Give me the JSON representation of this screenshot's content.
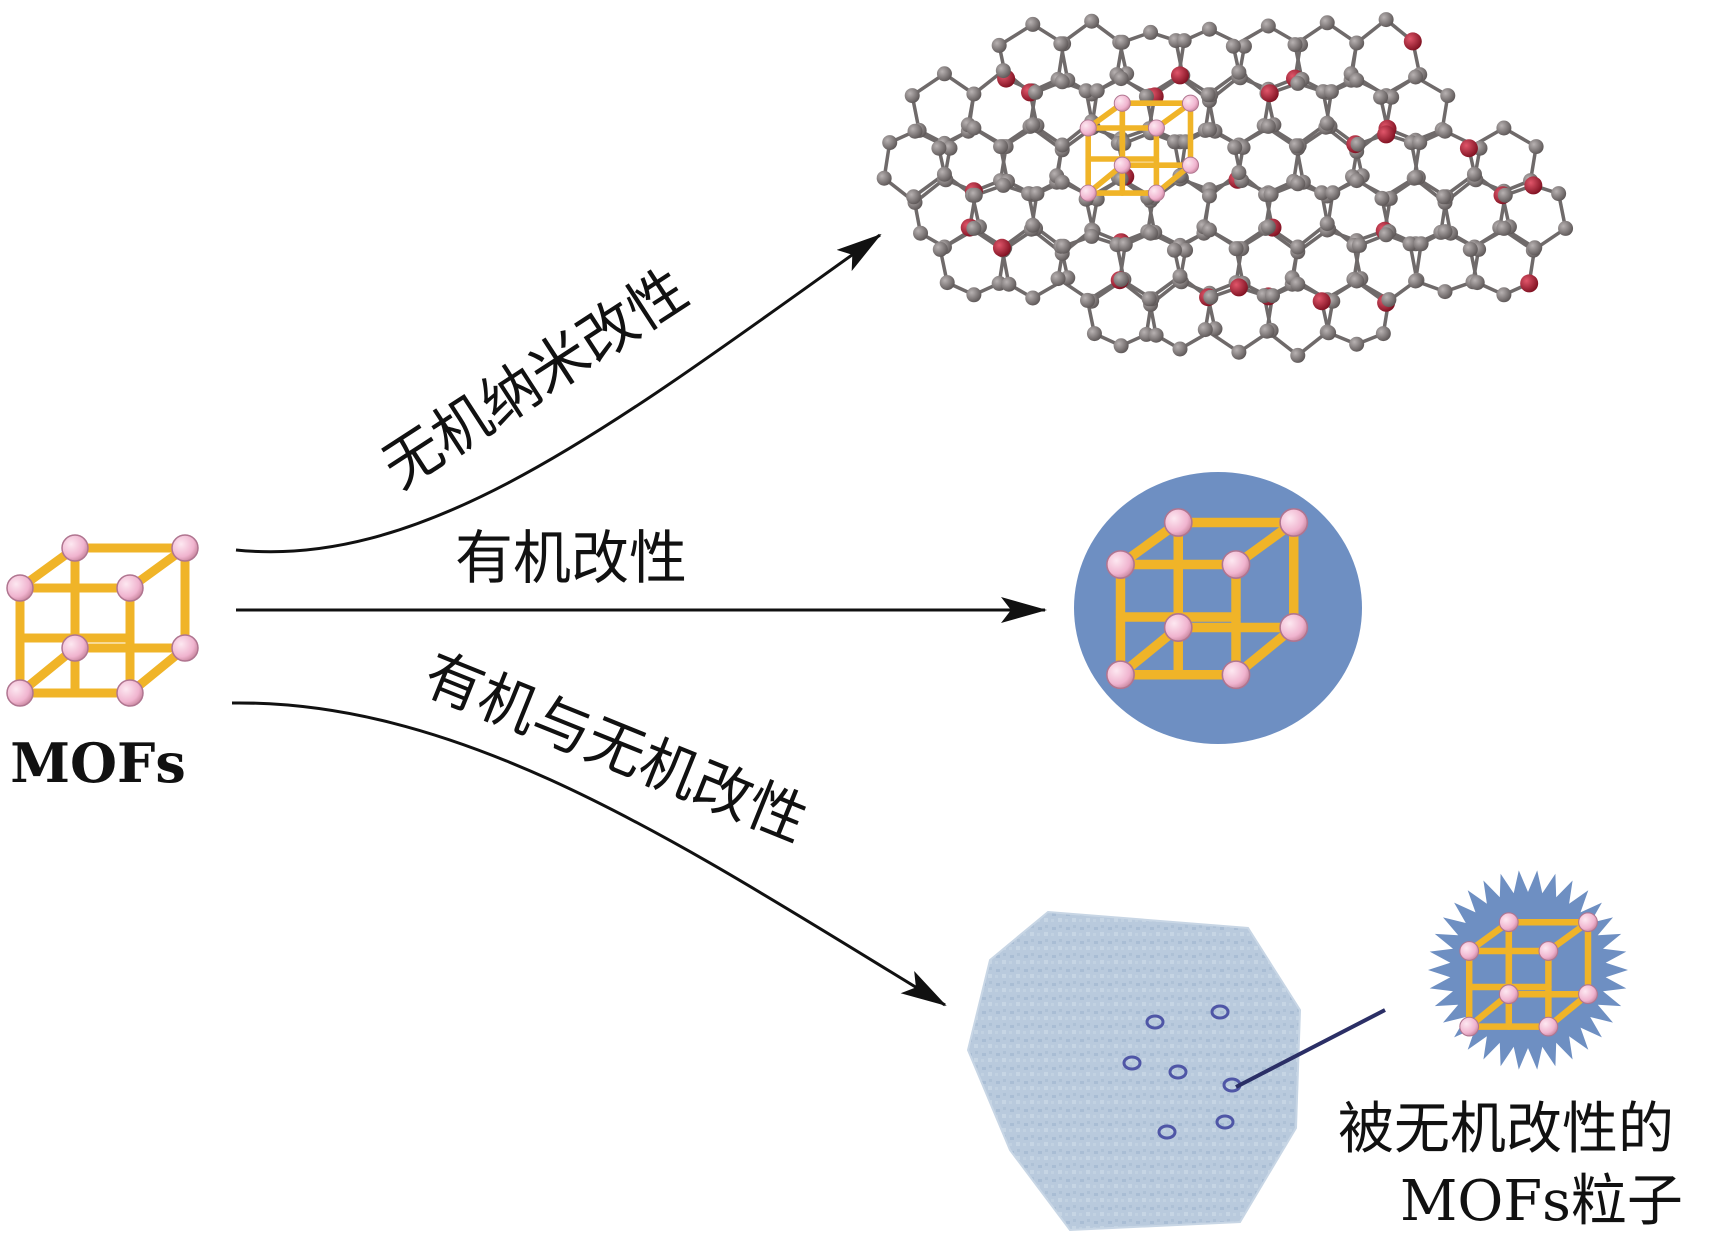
{
  "source": {
    "label": "MOFs"
  },
  "routes": [
    {
      "label": "无机纳米改性"
    },
    {
      "label": "有机改性"
    },
    {
      "label": "有机与无机改性"
    }
  ],
  "particle_note": {
    "line1": "被无机改性的",
    "line2": "MOFs粒子"
  },
  "colors": {
    "frame": "#f0b428",
    "node": "#f3c1d8",
    "coating": "#6e8fc2",
    "graphene_atom": "#807878",
    "oxygen": "#b01c2c",
    "composite": "#b7c9dc",
    "arrow": "#111111"
  }
}
